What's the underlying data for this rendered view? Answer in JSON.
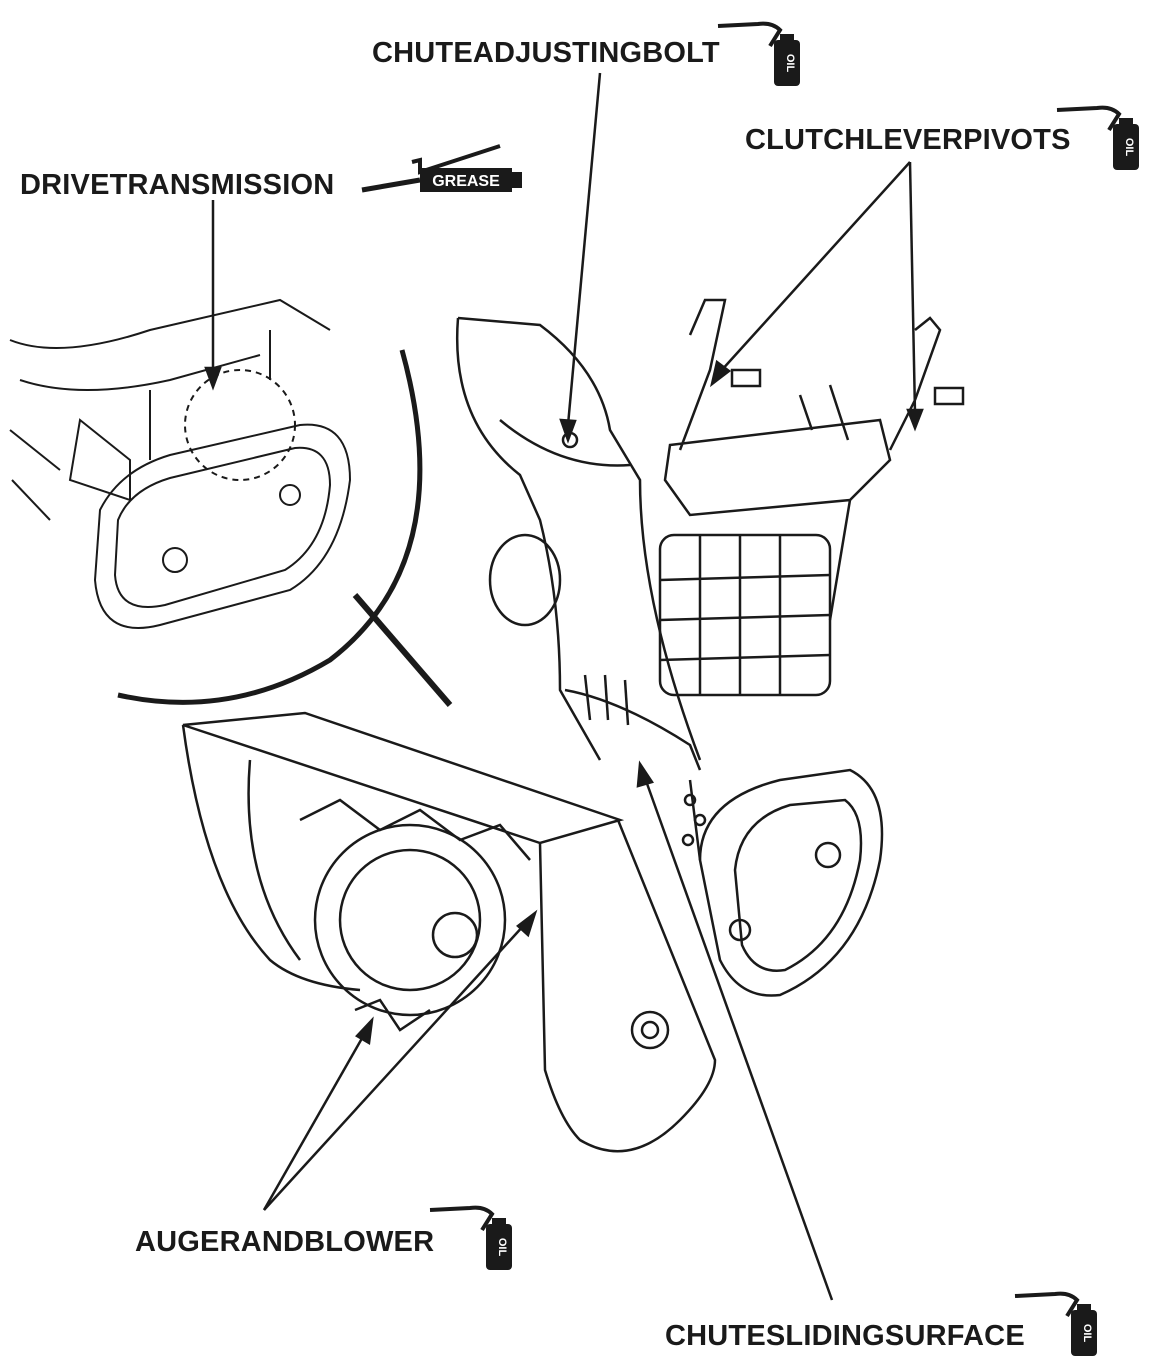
{
  "labels": {
    "chute_adjusting_bolt": "CHUTEADJUSTINGBOLT",
    "clutch_lever_pivots": "CLUTCHLEVERPIVOTS",
    "drive_transmission": "DRIVETRANSMISSION",
    "auger_and_blower": "AUGERANDBLOWER",
    "chute_sliding_surface": "CHUTESLIDINGSURFACE"
  },
  "lubricants": {
    "oil": "OIL",
    "grease": "GREASE"
  },
  "colors": {
    "ink": "#1a1a1a",
    "background": "#ffffff"
  },
  "icons": [
    "oil-can-icon",
    "grease-gun-icon",
    "snowblower-illustration"
  ]
}
